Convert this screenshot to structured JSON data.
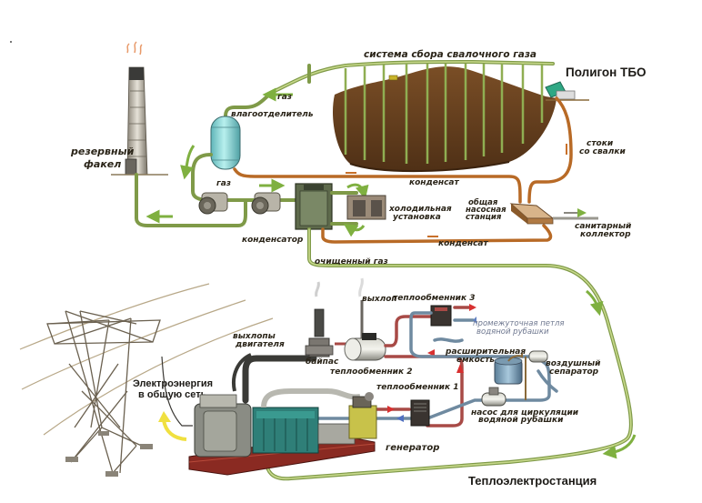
{
  "diagram": {
    "type": "process-flow",
    "title_landfill": "Полигон ТБО",
    "title_plant": "Теплоэлектростанция",
    "colors": {
      "gas_pipe": "#7f9a48",
      "condensate_pipe": "#b86a26",
      "hot_loop": "#a84a46",
      "cold_loop": "#6f8aa0",
      "landfill": "#6b4422",
      "separator_tank": "#8fd6d6",
      "engine": "#2f7f78",
      "generator": "#c8c24a"
    },
    "labels": {
      "gas_collection": "система сбора свалочного газа",
      "reserve_flare_1": "резервный",
      "reserve_flare_2": "факел",
      "gas_top": "газ",
      "moisture_separator": "влагоотделитель",
      "gas_blowers": "газ",
      "condensate_top": "конденсат",
      "leachate_1": "стоки",
      "leachate_2": "со свалки",
      "pump_station_1": "общая",
      "pump_station_2": "насосная",
      "pump_station_3": "станция",
      "refrigeration_1": "холодильная",
      "refrigeration_2": "установка",
      "condenser": "конденсатор",
      "condensate_bottom": "конденсат",
      "sanitary_1": "санитарный",
      "sanitary_2": "коллектор",
      "cleaned_gas": "очищенный газ",
      "exhaust": "выхлоп",
      "heat_exchanger_3": "теплообменник 3",
      "intermediate_loop_1": "промежуточная петля",
      "intermediate_loop_2": "водяной рубашки",
      "engine_exhaust_1": "выхлопы",
      "engine_exhaust_2": "двигателя",
      "bypass": "байпас",
      "heat_exchanger_2": "теплообменник 2",
      "expansion_tank_1": "расширительная",
      "expansion_tank_2": "емкость",
      "air_separator_1": "воздушный",
      "air_separator_2": "сепаратор",
      "electricity_1": "Электроэнергия",
      "electricity_2": "в общую сеть",
      "heat_exchanger_1": "теплообменник 1",
      "jacket_pump_1": "насос для циркуляции",
      "jacket_pump_2": "водяной рубашки",
      "generator": "генератор"
    },
    "icons": {
      "flare_stack": "flare-stack-icon",
      "landfill_mound": "landfill-icon",
      "dump_truck": "dump-truck-icon",
      "bulldozer": "bulldozer-icon",
      "moisture_separator": "tank-icon",
      "blower": "blower-icon",
      "condenser": "condenser-icon",
      "chiller": "chiller-icon",
      "pump_station": "pump-station-icon",
      "power_tower": "power-tower-icon",
      "generator_set": "generator-set-icon"
    }
  }
}
